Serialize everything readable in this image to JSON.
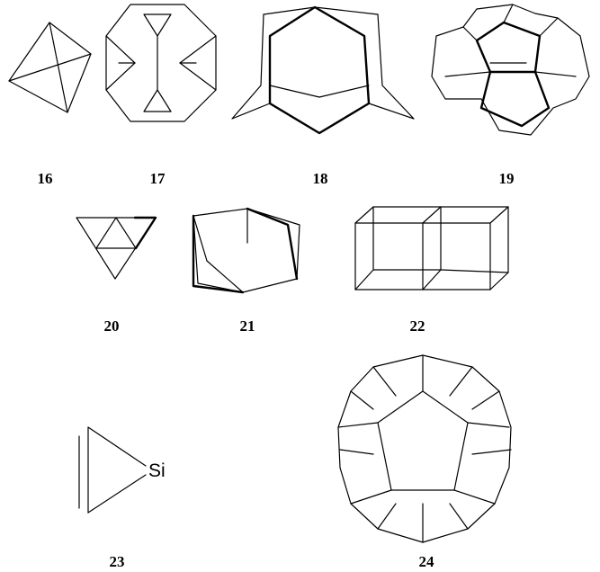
{
  "compounds": [
    {
      "id": "16",
      "label": "16"
    },
    {
      "id": "17",
      "label": "17"
    },
    {
      "id": "18",
      "label": "18"
    },
    {
      "id": "19",
      "label": "19"
    },
    {
      "id": "20",
      "label": "20"
    },
    {
      "id": "21",
      "label": "21"
    },
    {
      "id": "22",
      "label": "22"
    },
    {
      "id": "23",
      "label": "23",
      "atom": "Si"
    },
    {
      "id": "24",
      "label": "24"
    }
  ]
}
